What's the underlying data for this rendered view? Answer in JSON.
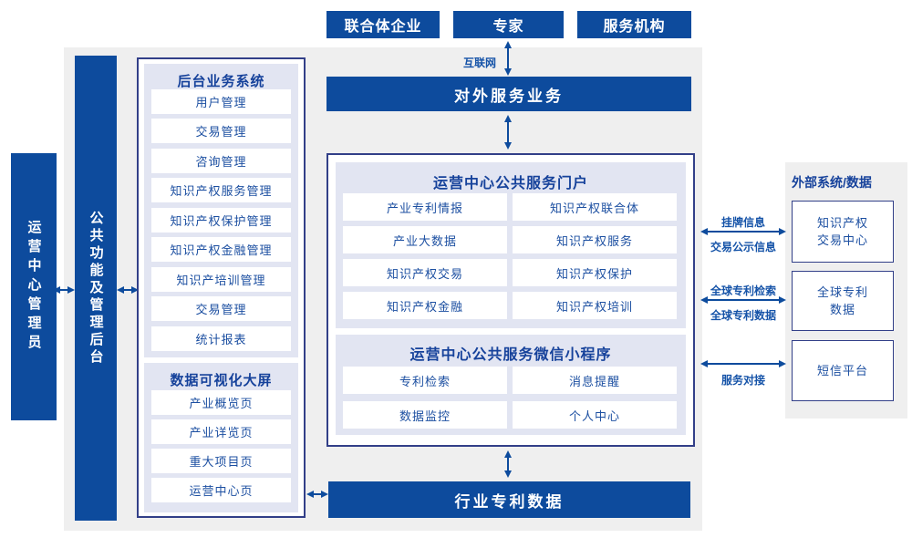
{
  "colors": {
    "primary_blue": "#0d4b9d",
    "border_navy": "#323f88",
    "panel_lavender": "#e2e5f2",
    "background_gray": "#efefef",
    "text_blue": "#1c4fa1"
  },
  "top_actors": {
    "items": [
      "联合体企业",
      "专家",
      "服务机构"
    ]
  },
  "network": {
    "internet_label": "互联网"
  },
  "bars": {
    "external_service": "对外服务业务",
    "industry_patent_data": "行业专利数据"
  },
  "left_rail": {
    "admin_label": "运营中心管理员",
    "backend_label": "公共功能及管理后台"
  },
  "backend_system": {
    "title": "后台业务系统",
    "items": [
      "用户管理",
      "交易管理",
      "咨询管理",
      "知识产权服务管理",
      "知识产权保护管理",
      "知识产权金融管理",
      "知识产培训管理",
      "交易管理",
      "统计报表"
    ]
  },
  "dashboard": {
    "title": "数据可视化大屏",
    "items": [
      "产业概览页",
      "产业详览页",
      "重大项目页",
      "运营中心页"
    ]
  },
  "portal": {
    "title": "运营中心公共服务门户",
    "items": [
      "产业专利情报",
      "知识产权联合体",
      "产业大数据",
      "知识产权服务",
      "知识产权交易",
      "知识产权保护",
      "知识产权金融",
      "知识产权培训"
    ]
  },
  "mini_program": {
    "title": "运营中心公共服务微信小程序",
    "items": [
      "专利检索",
      "消息提醒",
      "数据监控",
      "个人中心"
    ]
  },
  "external_systems": {
    "title": "外部系统/数据",
    "items": [
      "知识产权\n交易中心",
      "全球专利\n数据",
      "短信平台"
    ]
  },
  "link_labels": {
    "listing_info": "挂牌信息",
    "transaction_publicity": "交易公示信息",
    "global_patent_search": "全球专利检索",
    "global_patent_data": "全球专利数据",
    "service_connection": "服务对接"
  }
}
